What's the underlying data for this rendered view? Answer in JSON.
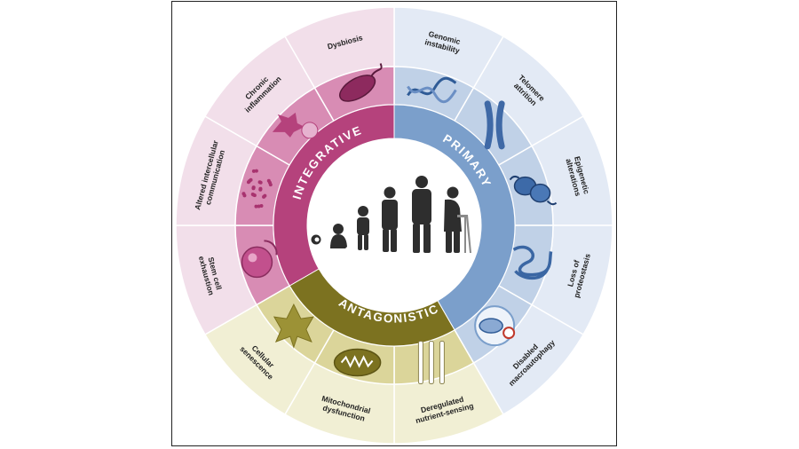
{
  "categories": [
    {
      "id": "primary",
      "label": "PRIMARY",
      "color": "#7b9fcb",
      "outer_color": "#c0d1e7",
      "light_color": "#e3eaf5",
      "text_dark": false
    },
    {
      "id": "antagonistic",
      "label": "ANTAGONISTIC",
      "color": "#7c7220",
      "outer_color": "#dbd59a",
      "light_color": "#f1efd4",
      "text_dark": false
    },
    {
      "id": "integrative",
      "label": "INTEGRATIVE",
      "color": "#b5427c",
      "outer_color": "#d88cb4",
      "light_color": "#f2dfea",
      "text_dark": false
    }
  ],
  "hallmarks": [
    {
      "name": "genomic-instability",
      "label": [
        "Genomic",
        "instability"
      ],
      "category": "primary",
      "icon": "dna-helix-icon"
    },
    {
      "name": "telomere-attrition",
      "label": [
        "Telomere",
        "attrition"
      ],
      "category": "primary",
      "icon": "chromosome-icon"
    },
    {
      "name": "epigenetic-alterations",
      "label": [
        "Epigenetic",
        "alterations"
      ],
      "category": "primary",
      "icon": "nucleosome-icon"
    },
    {
      "name": "loss-of-proteostasis",
      "label": [
        "Loss of",
        "proteostasis"
      ],
      "category": "primary",
      "icon": "misfolded-protein-icon"
    },
    {
      "name": "disabled-macroautophagy",
      "label": [
        "Disabled",
        "macroautophagy"
      ],
      "category": "primary",
      "icon": "autophagosome-icon"
    },
    {
      "name": "deregulated-nutrient-sensing",
      "label": [
        "Deregulated",
        "nutrient-sensing"
      ],
      "category": "antagonistic",
      "icon": "cutlery-icon"
    },
    {
      "name": "mitochondrial-dysfunction",
      "label": [
        "Mitochondrial",
        "dysfunction"
      ],
      "category": "antagonistic",
      "icon": "mitochondrion-icon"
    },
    {
      "name": "cellular-senescence",
      "label": [
        "Cellular",
        "senescence"
      ],
      "category": "antagonistic",
      "icon": "withered-leaf-icon"
    },
    {
      "name": "stem-cell-exhaustion",
      "label": [
        "Stem cell",
        "exhaustion"
      ],
      "category": "integrative",
      "icon": "stem-cell-icon"
    },
    {
      "name": "altered-intercellular-communication",
      "label": [
        "Altered intercellular",
        "communication"
      ],
      "category": "integrative",
      "icon": "signaling-dots-icon"
    },
    {
      "name": "chronic-inflammation",
      "label": [
        "Chronic",
        "inflammation"
      ],
      "category": "integrative",
      "icon": "macrophage-icon"
    },
    {
      "name": "dysbiosis",
      "label": [
        "Dysbiosis"
      ],
      "category": "integrative",
      "icon": "bacterium-icon"
    }
  ],
  "center": {
    "description_icon": "human-lifespan-silhouettes-icon",
    "stages": [
      "embryo",
      "infant",
      "toddler",
      "adolescent",
      "adult",
      "elderly-with-walker"
    ]
  }
}
